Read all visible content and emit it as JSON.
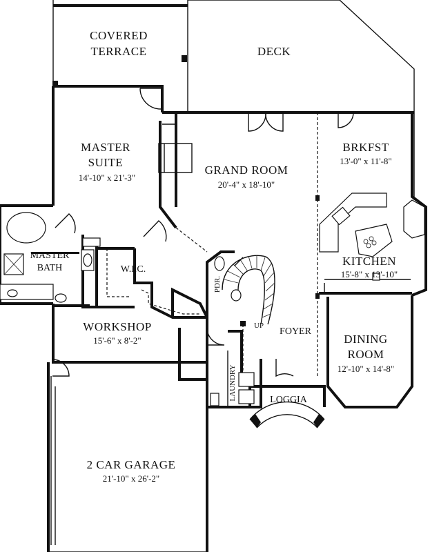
{
  "rooms": {
    "covered_terrace": {
      "line1": "COVERED",
      "line2": "TERRACE"
    },
    "deck": {
      "name": "DECK"
    },
    "master_suite": {
      "line1": "MASTER",
      "line2": "SUITE",
      "dims": "14'-10\" x 21'-3\""
    },
    "grand_room": {
      "name": "GRAND ROOM",
      "dims": "20'-4\" x 18'-10\""
    },
    "brkfst": {
      "name": "BRKFST",
      "dims": "13'-0\" x 11'-8\""
    },
    "kitchen": {
      "name": "KITCHEN",
      "dims": "15'-8\" x 13'-10\""
    },
    "master_bath": {
      "line1": "MASTER",
      "line2": "BATH"
    },
    "wic": {
      "name": "W.I.C."
    },
    "pdr": {
      "name": "PDR."
    },
    "up": {
      "name": "UP"
    },
    "foyer": {
      "name": "FOYER"
    },
    "workshop": {
      "name": "WORKSHOP",
      "dims": "15'-6\" x 8'-2\""
    },
    "dining_room": {
      "line1": "DINING",
      "line2": "ROOM",
      "dims": "12'-10\" x 14'-8\""
    },
    "laundry": {
      "name": "LAUNDRY"
    },
    "loggia": {
      "name": "LOGGIA"
    },
    "garage": {
      "name": "2 CAR GARAGE",
      "dims": "21'-10\" x 26'-2\""
    }
  }
}
